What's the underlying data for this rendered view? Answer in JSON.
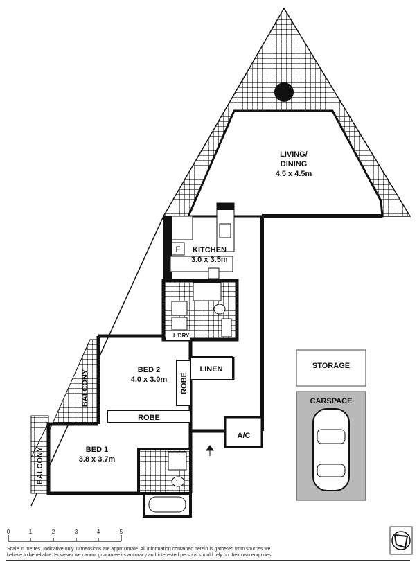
{
  "rooms": {
    "living": {
      "name_line1": "LIVING/",
      "name_line2": "DINING",
      "size": "4.5 x 4.5m"
    },
    "kitchen": {
      "name": "KITCHEN",
      "size": "3.0 x 3.5m",
      "fridge": "F"
    },
    "laundry": "L'DRY",
    "bed2": {
      "name": "BED 2",
      "size": "4.0 x 3.0m"
    },
    "bed1": {
      "name": "BED 1",
      "size": "3.8 x 3.7m"
    },
    "linen": "LINEN",
    "robe_vertical": "ROBE",
    "robe_horizontal": "ROBE",
    "balcony_upper": "BALCONY",
    "balcony_lower": "BALCONY",
    "ac": "A/C",
    "storage": "STORAGE",
    "carspace": "CARSPACE"
  },
  "scale": {
    "ticks": [
      "0",
      "1",
      "2",
      "3",
      "4",
      "5"
    ]
  },
  "disclaimer": {
    "line1": "Scale in metres. Indicative only. Dimensions are approximate. All information contained herein is gathered from sources we",
    "line2": "believe to be reliable. However we cannot guarantee its accuracy and interested persons should rely on their own enquiries"
  },
  "colors": {
    "wall": "#111111",
    "carspace_fill": "#b9b9b9"
  }
}
